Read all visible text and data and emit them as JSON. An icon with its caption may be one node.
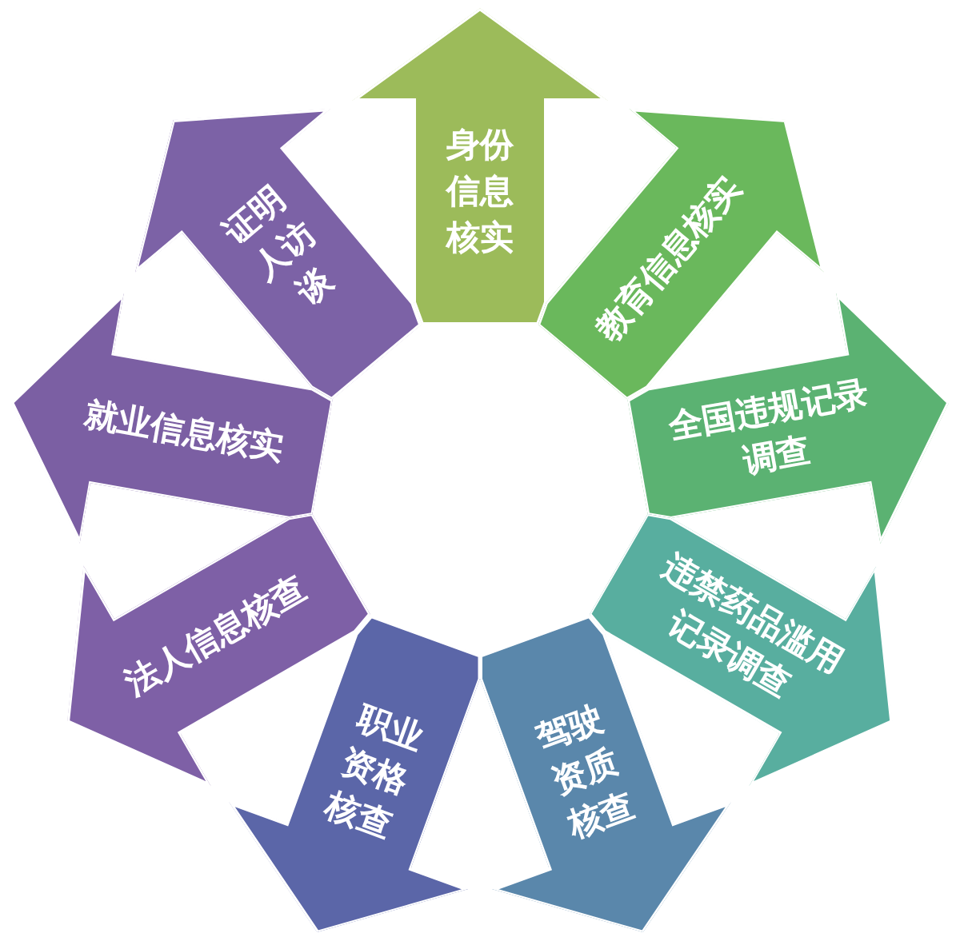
{
  "diagram": {
    "nodes": [
      {
        "text": [
          "身份信息核实"
        ]
      },
      {
        "text": [
          "教育信息核实"
        ]
      },
      {
        "text": [
          "全国违规记录调查"
        ]
      },
      {
        "text": [
          "违禁药品滥用记录调查"
        ]
      },
      {
        "text": [
          "驾驶资质核查"
        ]
      },
      {
        "text": [
          "职业资格核查"
        ]
      },
      {
        "text": [
          "法人信息核查"
        ]
      },
      {
        "text": [
          "就业信息核实"
        ]
      },
      {
        "text": [
          "证明人访谈"
        ]
      }
    ]
  }
}
